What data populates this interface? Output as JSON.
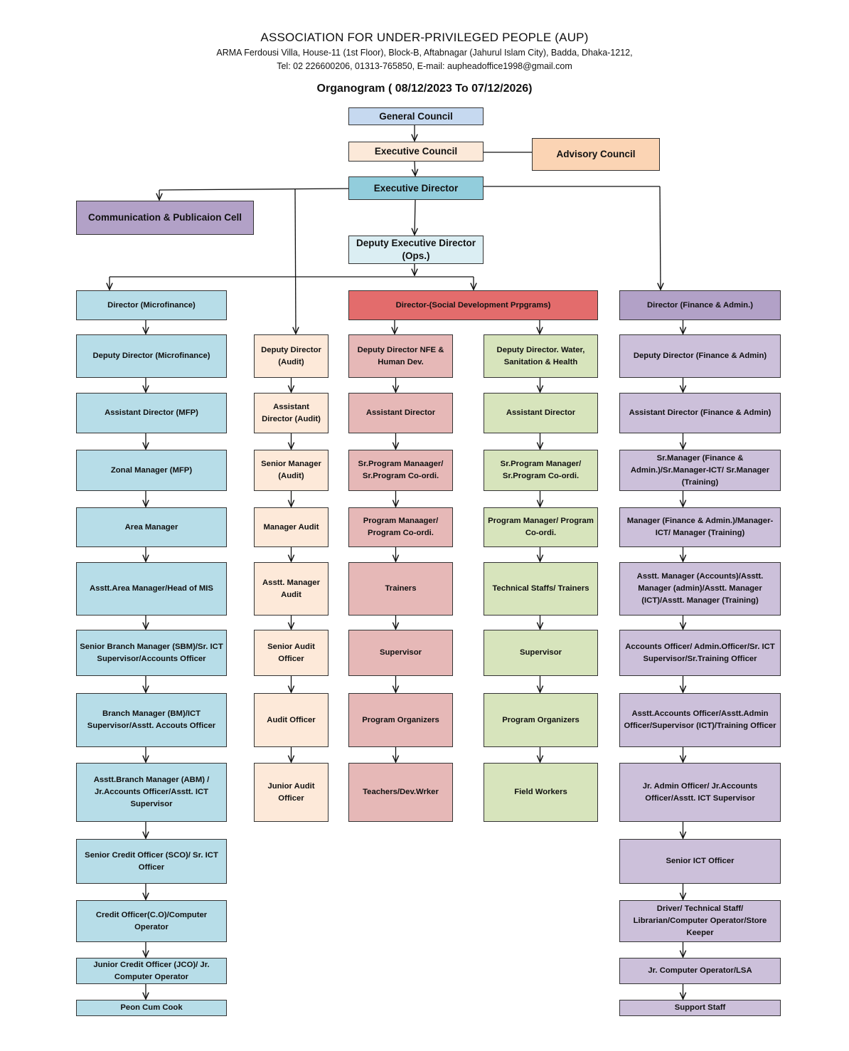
{
  "header": {
    "org_name": "ASSOCIATION FOR UNDER-PRIVILEGED PEOPLE (AUP)",
    "address": "ARMA Ferdousi Villa, House-11 (1st Floor), Block-B, Aftabnagar (Jahurul Islam City), Badda, Dhaka-1212,",
    "contact": "Tel: 02 226600206, 01313-765850, E-mail: aupheadoffice1998@gmail.com",
    "chart_title": "Organogram  ( 08/12/2023 To 07/12/2026)"
  },
  "colors": {
    "general_council": "#c6d9f0",
    "executive_council": "#fce9d9",
    "advisory_council": "#fbd4b4",
    "executive_director": "#92cddc",
    "communication_cell": "#b2a1c7",
    "deputy_executive": "#dbeef3",
    "microfinance": "#b7dde8",
    "audit": "#fde9d9",
    "social_dev_director": "#e36c6c",
    "nfe": "#e6b8b7",
    "wash": "#d7e4bc",
    "finance_director": "#b2a1c7",
    "finance": "#ccc0da"
  },
  "top": {
    "general_council": "General Council",
    "executive_council": "Executive Council",
    "advisory_council": "Advisory Council",
    "executive_director": "Executive Director",
    "communication_cell": "Communication &   Publicaion Cell",
    "deputy_executive_director": "Deputy Executive Director (Ops.)"
  },
  "columns": {
    "microfinance": [
      "Director (Microfinance)",
      "Deputy Director (Microfinance)",
      "Assistant Director  (MFP)",
      "Zonal Manager (MFP)",
      "Area Manager",
      "Asstt.Area Manager/Head of MIS",
      "Senior Branch Manager (SBM)/Sr. ICT Supervisor/Accounts Officer",
      "Branch Manager (BM)/ICT Supervisor/Asstt. Accouts Officer",
      "Asstt.Branch Manager (ABM) / Jr.Accounts Officer/Asstt. ICT Supervisor",
      "Senior Credit Officer (SCO)/  Sr. ICT Officer",
      "Credit Officer(C.O)/Computer Operator",
      "Junior Credit Officer (JCO)/     Jr. Computer Operator",
      "Peon Cum Cook"
    ],
    "audit": [
      "Deputy Director (Audit)",
      "Assistant Director (Audit)",
      "Senior Manager (Audit)",
      "Manager Audit",
      "Asstt. Manager Audit",
      "Senior Audit Officer",
      "Audit Officer",
      "Junior Audit Officer"
    ],
    "social_dev_director": "Director-(Social Development Prpgrams)",
    "nfe": [
      "Deputy Director NFE & Human Dev.",
      "Assistant Director",
      "Sr.Program Manaager/ Sr.Program Co-ordi.",
      "Program Manaager/ Program Co-ordi.",
      "Trainers",
      "Supervisor",
      "Program Organizers",
      "Teachers/Dev.Wrker"
    ],
    "wash": [
      "Deputy Director.    Water, Sanitation &  Health",
      "Assistant Director",
      "Sr.Program Manager/ Sr.Program Co-ordi.",
      "Program Manager/ Program Co-ordi.",
      "Technical Staffs/ Trainers",
      "Supervisor",
      "Program Organizers",
      "Field Workers"
    ],
    "finance": [
      "Director (Finance & Admin.)",
      "Deputy Director (Finance & Admin)",
      "Assistant Director (Finance & Admin)",
      "Sr.Manager (Finance & Admin.)/Sr.Manager-ICT/ Sr.Manager (Training)",
      "Manager (Finance & Admin.)/Manager-ICT/ Manager (Training)",
      "Asstt. Manager (Accounts)/Asstt. Manager (admin)/Asstt. Manager (ICT)/Asstt. Manager (Training)",
      "Accounts Officer/ Admin.Officer/Sr. ICT Supervisor/Sr.Training Officer",
      "Asstt.Accounts Officer/Asstt.Admin Officer/Supervisor (ICT)/Training Officer",
      "Jr. Admin Officer/ Jr.Accounts Officer/Asstt. ICT Supervisor",
      "Senior ICT Officer",
      "Driver/ Technical Staff/ Librarian/Computer Operator/Store Keeper",
      "Jr. Computer Operator/LSA",
      "Support Staff"
    ]
  }
}
